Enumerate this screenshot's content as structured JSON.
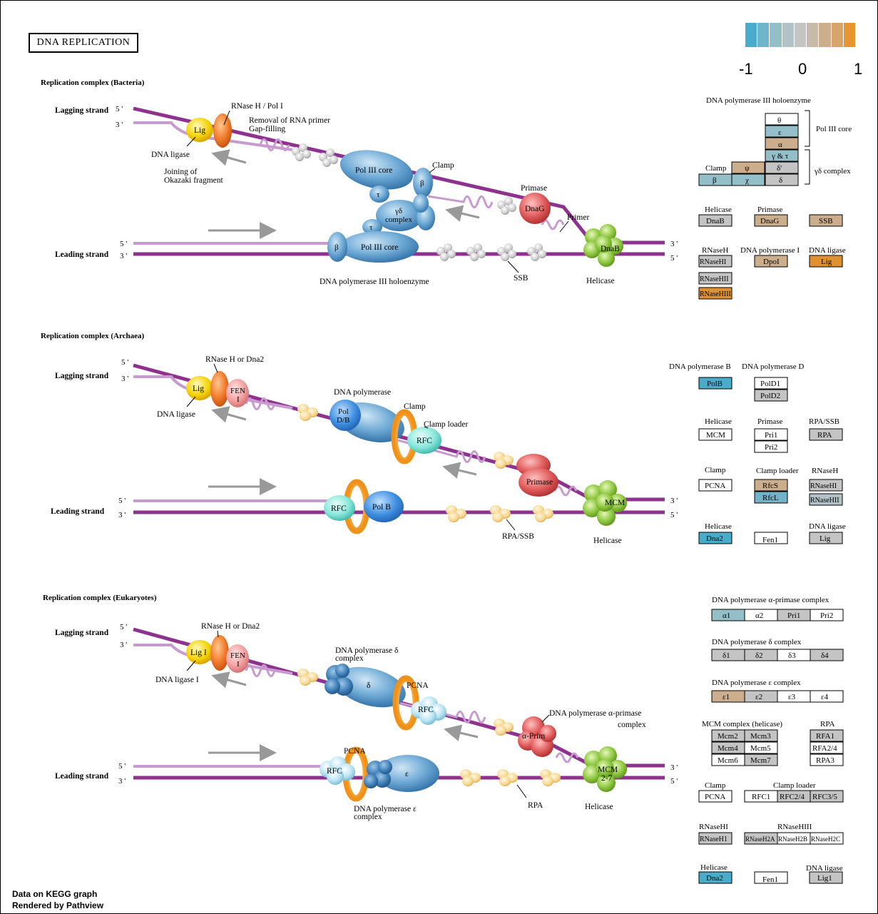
{
  "title": "DNA REPLICATION",
  "legend": {
    "colors": [
      "#4aaccb",
      "#6fb5c9",
      "#94bfc8",
      "#b2c2c6",
      "#c4c4c4",
      "#c8b9a8",
      "#cdae8c",
      "#d8a46b",
      "#e8962f"
    ],
    "labels": [
      "-1",
      "0",
      "1"
    ]
  },
  "footer": {
    "line1": "Data on KEGG graph",
    "line2": "Rendered by Pathview"
  },
  "colors": {
    "strand": "#8e318f",
    "strand_light": "#c89bd0",
    "blue": "#6faad6",
    "blue_dark": "#3f7fb8",
    "yellow": "#f5d40a",
    "orange_node": "#f07a2b",
    "green": "#8cc63e",
    "red": "#e05a5a",
    "gray_node": "#c4c4c4",
    "tan_node": "#cdae8c",
    "teal_node": "#72b3c9",
    "orange_gene": "#e0902e"
  },
  "sections": {
    "bacteria": {
      "heading": "Replication complex (Bacteria)",
      "lagging": "Lagging strand",
      "leading": "Leading strand",
      "labels": {
        "rnase": "RNase H / Pol I",
        "removal1": "Removal of RNA primer",
        "removal2": "Gap-filling",
        "lig": "Lig",
        "dna_ligase": "DNA ligase",
        "joining1": "Joining of",
        "joining2": "Okazaki fragment",
        "pol3core": "Pol III core",
        "clamp": "Clamp",
        "beta": "β",
        "tau": "τ",
        "gd1": "γδ",
        "gd2": "complex",
        "primase": "Primase",
        "dnag": "DnaG",
        "primer": "Primer",
        "dnab": "DnaB",
        "helicase": "Helicase",
        "ssb": "SSB",
        "holo": "DNA polymerase III holoenzyme",
        "p5": "5 '",
        "p3": "3 '"
      }
    },
    "archaea": {
      "heading": "Replication complex (Archaea)",
      "lagging": "Lagging strand",
      "leading": "Leading strand",
      "labels": {
        "rnase": "RNase H or Dna2",
        "lig": "Lig",
        "fen1": "FEN",
        "fen2": "I",
        "dna_ligase": "DNA ligase",
        "dnapol": "DNA polymerase",
        "pol1": "Pol",
        "pol2": "D/B",
        "clamp": "Clamp",
        "clamp_loader": "Clamp loader",
        "rfc": "RFC",
        "primase": "Primase",
        "mcm": "MCM",
        "helicase": "Helicase",
        "polb": "Pol B",
        "rpa": "RPA/SSB",
        "p5": "5 '",
        "p3": "3 '"
      }
    },
    "eukaryotes": {
      "heading": "Replication complex (Eukaryotes)",
      "lagging": "Lagging strand",
      "leading": "Leading strand",
      "labels": {
        "rnase": "RNase H or Dna2",
        "lig": "Lig I",
        "fen1": "FEN",
        "fen2": "I",
        "dna_ligase": "DNA ligase I",
        "pold1": "DNA polymerase δ",
        "pold2": "complex",
        "delta": "δ",
        "pcna": "PCNA",
        "rfc": "RFC",
        "aprim1": "DNA polymerase α-primase",
        "aprim2": "complex",
        "aprim": "α-Prim",
        "mcm1": "MCM",
        "mcm2": "2-7",
        "helicase": "Helicase",
        "epsilon": "ε",
        "pole1": "DNA polymerase ε",
        "pole2": "complex",
        "rpa": "RPA",
        "p5": "5 '",
        "p3": "3 '"
      }
    }
  },
  "genes": {
    "pol3_title": "DNA polymerase III holoenzyme",
    "pol3_core": "Pol III core",
    "gd_complex": "γδ complex",
    "clamp": "Clamp",
    "theta": "θ",
    "epsilon": "ε",
    "alpha": "α",
    "gt": "γ & τ",
    "psi": "ψ",
    "deltap": "δ'",
    "beta": "β",
    "chi": "χ",
    "delta": "δ",
    "b_helicase": "Helicase",
    "b_primase": "Primase",
    "dnab": "DnaB",
    "dnag": "DnaG",
    "ssb": "SSB",
    "b_rnaseh": "RNaseH",
    "b_pol1": "DNA polymerase I",
    "b_ligase": "DNA ligase",
    "rnasehi": "RNaseHI",
    "dpoi": "DpoI",
    "lig": "Lig",
    "rnasehii": "RNaseHII",
    "rnasehiii": "RNaseHIII",
    "a_polb": "DNA polymerase B",
    "a_pold": "DNA polymerase D",
    "polb": "PolB",
    "pold1": "PolD1",
    "pold2": "PolD2",
    "a_helicase": "Helicase",
    "a_primase": "Primase",
    "a_rpa": "RPA/SSB",
    "mcm": "MCM",
    "pri1": "Pri1",
    "pri2": "Pri2",
    "rpa": "RPA",
    "a_clamp": "Clamp",
    "a_clamploader": "Clamp loader",
    "a_rnaseh": "RNaseH",
    "pcna": "PCNA",
    "rfcs": "RfcS",
    "rfcl": "RfcL",
    "a_rnasehi": "RNaseHI",
    "a_rnasehii": "RNaseHII",
    "a_helicase2": "Helicase",
    "a_ligase": "DNA ligase",
    "dna2": "Dna2",
    "fen1": "Fen1",
    "a_lig": "Lig",
    "e_aprim": "DNA polymerase α-primase complex",
    "a1": "α1",
    "a2": "α2",
    "epri1": "Pri1",
    "epri2": "Pri2",
    "e_pold": "DNA polymerase δ complex",
    "d1": "δ1",
    "d2": "δ2",
    "d3": "δ3",
    "d4": "δ4",
    "e_pole": "DNA polymerase ε complex",
    "e1": "ε1",
    "e2": "ε2",
    "e3": "ε3",
    "e4": "ε4",
    "e_mcm": "MCM complex (helicase)",
    "e_rpa": "RPA",
    "mcm2": "Mcm2",
    "mcm3": "Mcm3",
    "mcm4": "Mcm4",
    "mcm5": "Mcm5",
    "mcm6": "Mcm6",
    "mcm7": "Mcm7",
    "rpa1": "RFA1",
    "rpa24": "RFA2/4",
    "rpa3": "RPA3",
    "e_clamp": "Clamp",
    "e_clamploader": "Clamp loader",
    "epcna": "PCNA",
    "rfc1": "RFC1",
    "rfc24": "RFC2/4",
    "rfc35": "RFC3/5",
    "e_rnasehi": "RNaseHI",
    "e_rnasehii": "RNaseHIII",
    "rnaseh1": "RNaseH1",
    "h2a": "RNaseH2A",
    "h2b": "RNaseH2B",
    "h2c": "RNaseH2C",
    "e_helicase": "Helicase",
    "e_ligase": "DNA ligase",
    "edna2": "Dna2",
    "efen1": "Fen1",
    "lig1": "Lig1"
  }
}
